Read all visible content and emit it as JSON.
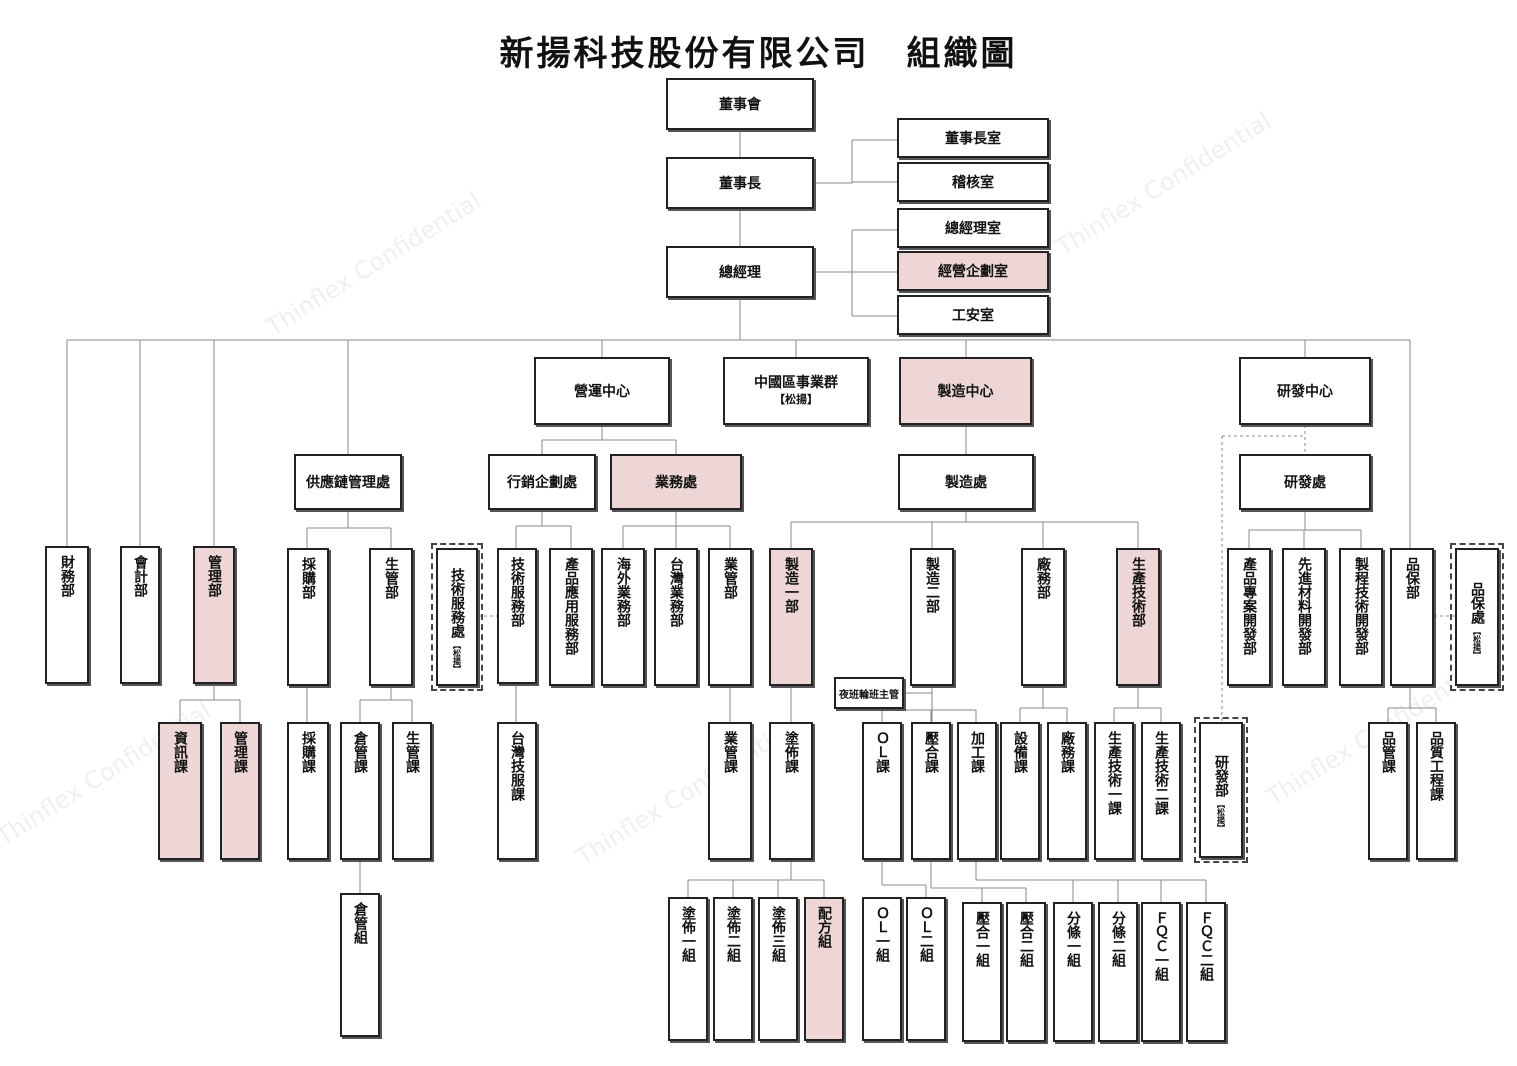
{
  "title": "新揚科技股份有限公司　組織圖",
  "watermark": "Thinflex Confidential",
  "nodes": {
    "board": "董事會",
    "chairman": "董事長",
    "chairman_office": "董事長室",
    "audit_office": "稽核室",
    "gm": "總經理",
    "gm_office": "總經理室",
    "planning_office": "經營企劃室",
    "safety_office": "工安室",
    "ops_center": "營運中心",
    "china_group": "中國區事業群",
    "china_group_note": "【松揚】",
    "mfg_center": "製造中心",
    "rd_center": "研發中心",
    "supply_chain": "供應鏈管理處",
    "marketing": "行銷企劃處",
    "sales": "業務處",
    "mfg_div": "製造處",
    "rd_div": "研發處",
    "finance": "財務部",
    "accounting": "會計部",
    "admin": "管理部",
    "purchasing": "採購部",
    "prod_control": "生管部",
    "tech_service_div": "技術服務處",
    "tech_service_div_note": "【松揚】",
    "tech_service": "技術服務部",
    "app_service": "產品應用服務部",
    "overseas_sales": "海外業務部",
    "taiwan_sales": "台灣業務部",
    "sales_admin": "業管部",
    "mfg1": "製造一部",
    "mfg2": "製造二部",
    "facility": "廠務部",
    "prod_tech": "生產技術部",
    "product_dev": "產品專案開發部",
    "adv_material": "先進材料開發部",
    "process_dev": "製程技術開發部",
    "qa": "品保部",
    "qa_div": "品保處",
    "qa_div_note": "【松揚】",
    "it_sec": "資訊課",
    "admin_sec": "管理課",
    "purch_sec": "採購課",
    "warehouse_sec": "倉管課",
    "pc_sec": "生管課",
    "tw_tech_sec": "台灣技服課",
    "sales_admin_sec": "業管課",
    "coating_sec": "塗佈課",
    "night_supervisor": "夜班輪班主管",
    "ol_sec": "ＯＬ課",
    "lam_sec": "壓合課",
    "proc_sec": "加工課",
    "equip_sec": "設備課",
    "facility_sec": "廠務課",
    "prodtech1": "生產技術一課",
    "prodtech2": "生產技術二課",
    "rd_dept": "研發部",
    "rd_dept_note": "【松揚】",
    "qc_sec": "品管課",
    "qe_sec": "品質工程課",
    "warehouse_grp": "倉管組",
    "coat1": "塗佈一組",
    "coat2": "塗佈二組",
    "coat3": "塗佈三組",
    "formula_grp": "配方組",
    "ol1": "ＯＬ一組",
    "ol2": "ＯＬ二組",
    "lam1": "壓合一組",
    "lam2": "壓合二組",
    "slit1": "分條一組",
    "slit2": "分條二組",
    "fqc1": "ＦＱＣ一組",
    "fqc2": "ＦＱＣ二組"
  },
  "colors": {
    "highlight": "#eed6d6",
    "border": "#222222",
    "line": "#888888"
  }
}
